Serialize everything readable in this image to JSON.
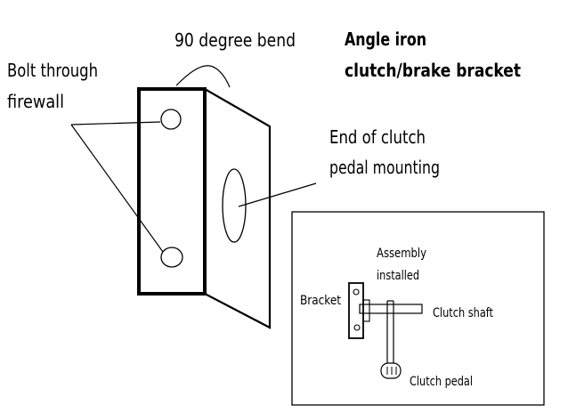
{
  "diagram": {
    "title_line1": "Angle iron",
    "title_line2": "clutch/brake bracket",
    "label_bend": "90 degree bend",
    "label_bolt_line1": "Bolt through",
    "label_bolt_line2": "firewall",
    "label_end_line1": "End of clutch",
    "label_end_line2": "pedal mounting"
  },
  "inset": {
    "assembly_line1": "Assembly",
    "assembly_line2": "installed",
    "bracket": "Bracket",
    "clutch_shaft": "Clutch shaft",
    "clutch_pedal": "Clutch pedal"
  },
  "colors": {
    "ink": "#000000",
    "background": "#ffffff"
  }
}
